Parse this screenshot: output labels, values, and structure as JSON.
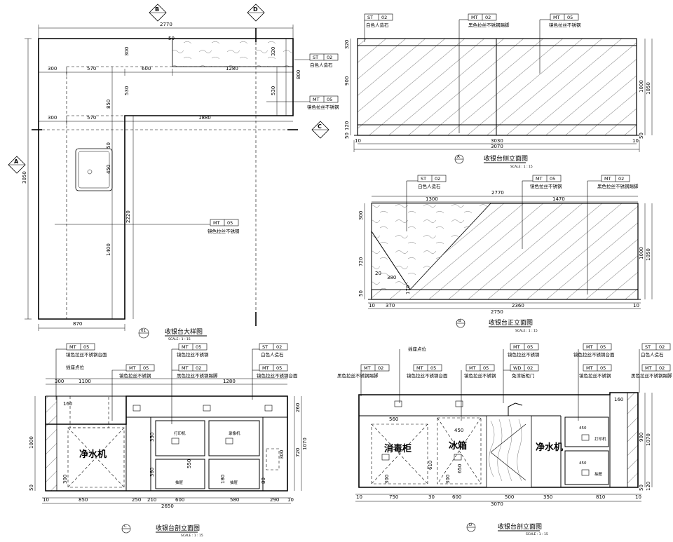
{
  "plan": {
    "title": "收银台大样图",
    "scale": "SCALE : 1 : 15",
    "num": "01",
    "mark_b": "B",
    "mark_d": "D",
    "mark_c": "C",
    "mark_a": "A",
    "dims": {
      "d2770": "2770",
      "d300a": "300",
      "d570a": "570",
      "d600": "600",
      "d1280": "1280",
      "d300b": "300",
      "d570b": "570",
      "d1880": "1880",
      "d870": "870",
      "d3050": "3050",
      "d2220": "2220",
      "d1400": "1400",
      "d850": "850",
      "d530a": "530",
      "d530b": "530",
      "d300v": "300",
      "d320": "320",
      "d800": "800",
      "d450": "450",
      "d50": "50"
    },
    "tag_st02": {
      "code": "ST",
      "num": "02",
      "note": "白色人造石"
    },
    "tag_mt05a": {
      "code": "MT",
      "num": "05",
      "note": "镜色拉丝不锈钢"
    },
    "tag_mt05b": {
      "code": "MT",
      "num": "05",
      "note": "镜色拉丝不锈钢"
    }
  },
  "side": {
    "title": "收银台侧立面图",
    "scale": "SCALE : 1 : 15",
    "mark": "A",
    "tag1": {
      "code": "ST",
      "num": "02",
      "note": "白色人造石"
    },
    "tag2": {
      "code": "MT",
      "num": "02",
      "note": "黑色拉丝不锈钢踢脚"
    },
    "tag3": {
      "code": "MT",
      "num": "05",
      "note": "镜色拉丝不锈钢"
    },
    "dims": {
      "d3030": "3030",
      "d3070": "3070",
      "d10a": "10",
      "d10b": "10",
      "d320": "320",
      "d900": "900",
      "d120": "120",
      "d50": "50",
      "d1000": "1000",
      "d1050": "1050",
      "d50b": "50"
    }
  },
  "front": {
    "title": "收银台正立面图",
    "scale": "SCALE : 1 : 15",
    "mark": "B",
    "tag1": {
      "code": "ST",
      "num": "02",
      "note": "白色人造石"
    },
    "tag2": {
      "code": "MT",
      "num": "05",
      "note": "镜色拉丝不锈钢"
    },
    "tag3": {
      "code": "MT",
      "num": "02",
      "note": "黑色拉丝不锈钢踢脚"
    },
    "dims": {
      "d2770": "2770",
      "d1300": "1300",
      "d1470": "1470",
      "d300": "300",
      "d720": "720",
      "d380": "380",
      "d20": "20",
      "d170": "170",
      "d50": "50",
      "d370": "370",
      "d2360": "2360",
      "d2750": "2750",
      "d10a": "10",
      "d10b": "10",
      "d1000": "1000",
      "d1050": "1050"
    }
  },
  "sectC": {
    "title": "收银台剖立面图",
    "scale": "SCALE : 1 : 15",
    "mark": "C",
    "tag_a": {
      "code": "MT",
      "num": "05",
      "note": "镜色拉丝不锈钢台面"
    },
    "tag_b": {
      "code": "MT",
      "num": "05",
      "note": "镜色拉丝不锈钢"
    },
    "tag_c": {
      "code": "ST",
      "num": "02",
      "note": "白色人造石"
    },
    "tag_d": {
      "code": "MT",
      "num": "05",
      "note": "镜色拉丝不锈钢"
    },
    "tag_e": {
      "code": "MT",
      "num": "02",
      "note": "黑色拉丝不锈钢踢脚"
    },
    "tag_f": {
      "code": "MT",
      "num": "05",
      "note": "镜色拉丝不锈钢台面"
    },
    "socket": "插座点位",
    "label_water": "净水机",
    "label_printer": "打印机",
    "label_recorder": "录像机",
    "label_drawer1": "抽屉",
    "label_drawer2": "抽屉",
    "dims": {
      "d300": "300",
      "d1100": "1100",
      "d1280": "1280",
      "d160": "160",
      "d1000": "1000",
      "d260": "260",
      "d1070": "1070",
      "d720": "720",
      "d300b": "300",
      "d350": "350",
      "d360": "360",
      "d550": "550",
      "d180": "180",
      "d80": "80",
      "d300c": "300",
      "d850": "850",
      "d250": "250",
      "d210": "210",
      "d600": "600",
      "d580": "580",
      "d290": "290",
      "d2650": "2650",
      "d10a": "10",
      "d10b": "10",
      "d50": "50"
    }
  },
  "sectD": {
    "title": "收银台剖立面图",
    "scale": "SCALE : 1 : 15",
    "mark": "D",
    "socket": "插座点位",
    "tag_a": {
      "code": "MT",
      "num": "02",
      "note": "黑色拉丝不锈钢踢脚"
    },
    "tag_b": {
      "code": "MT",
      "num": "05",
      "note": "镜色拉丝不锈钢台面"
    },
    "tag_c": {
      "code": "MT",
      "num": "05",
      "note": "镜色拉丝不锈钢"
    },
    "tag_d": {
      "code": "MT",
      "num": "05",
      "note": "镜色拉丝不锈钢"
    },
    "tag_e": {
      "code": "WD",
      "num": "02",
      "note": "免漆板柜门"
    },
    "tag_f": {
      "code": "MT",
      "num": "05",
      "note": "镜色拉丝不锈钢台面"
    },
    "tag_g": {
      "code": "MT",
      "num": "05",
      "note": "镜色拉丝不锈钢"
    },
    "tag_h": {
      "code": "MT",
      "num": "02",
      "note": "黑色拉丝不锈钢踢脚"
    },
    "tag_i": {
      "code": "ST",
      "num": "02",
      "note": "白色人造石"
    },
    "label_steril": "消毒柜",
    "label_fridge": "冰箱",
    "label_water": "净水机",
    "label_printer": "打印机",
    "label_drawer": "抽屉",
    "dims": {
      "d560": "560",
      "d610": "610",
      "d450": "450",
      "d650": "650",
      "d300a": "300",
      "d300b": "300",
      "d750": "750",
      "d30": "30",
      "d600": "600",
      "d500": "500",
      "d350": "350",
      "d810": "810",
      "d3070": "3070",
      "d10a": "10",
      "d10b": "10",
      "d160": "160",
      "d900": "900",
      "d1070": "1070",
      "d50": "50",
      "d120": "120",
      "d450b": "450",
      "d450c": "450"
    }
  }
}
